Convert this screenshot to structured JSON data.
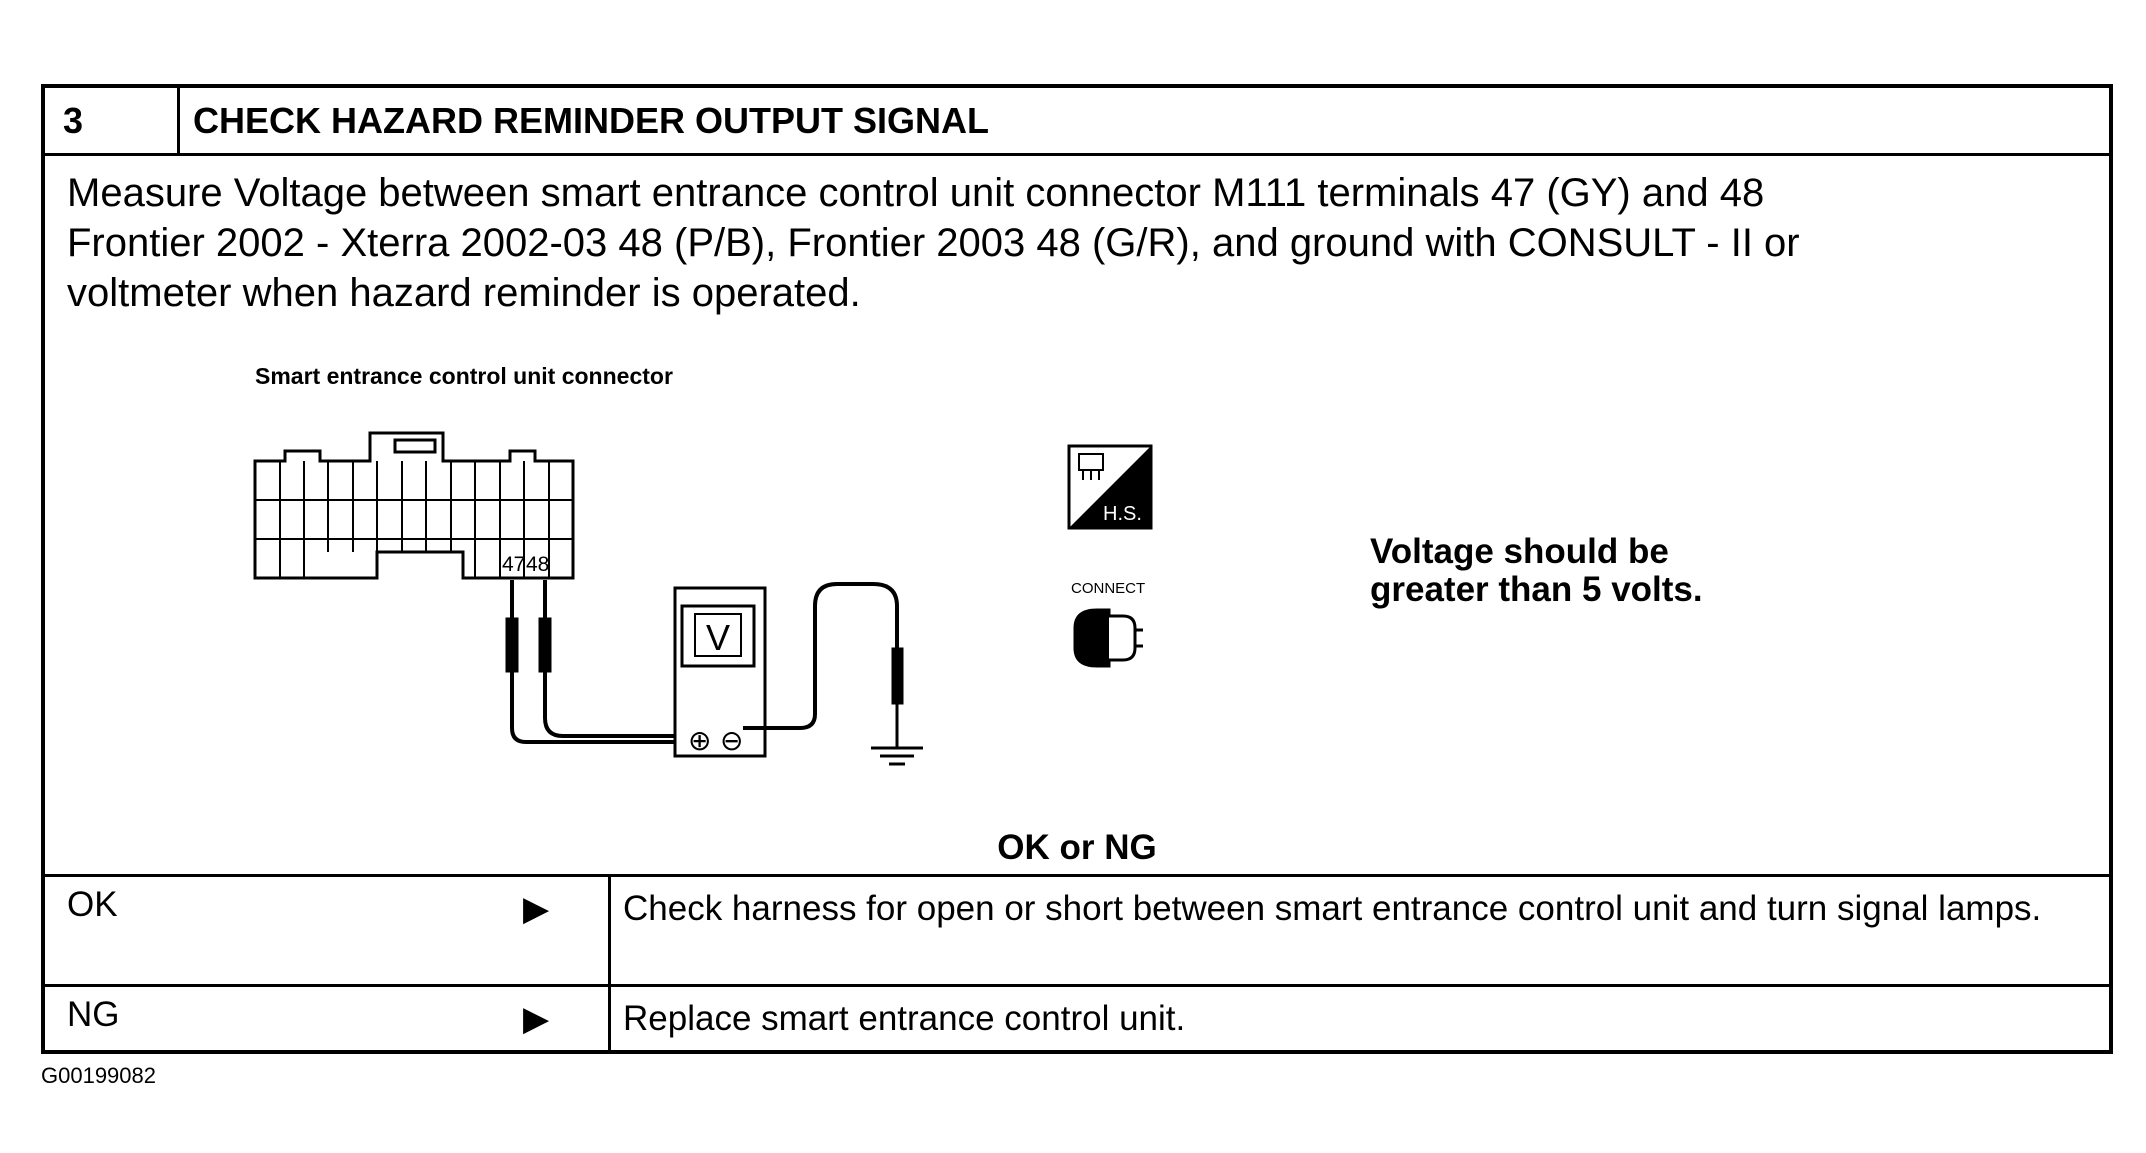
{
  "step": {
    "number": "3",
    "title": "CHECK HAZARD REMINDER OUTPUT SIGNAL"
  },
  "instruction": "Measure Voltage between smart entrance control unit connector M111 terminals 47 (GY) and 48\nFrontier 2002 - Xterra 2002-03 48 (P/B), Frontier 2003 48 (G/R), and ground with CONSULT - II or\nvoltmeter when hazard reminder is operated.",
  "diagram": {
    "connector_label": "Smart entrance control unit connector",
    "terminal_a": "47",
    "terminal_b": "48",
    "meter_symbol": "V",
    "meter_plus": "⊕",
    "meter_minus": "⊖",
    "hs_badge": "H.S.",
    "connect_label": "CONNECT",
    "voltage_note": "Voltage should be\ngreater than 5 volts."
  },
  "result_header": "OK or NG",
  "results": [
    {
      "key": "OK",
      "arrow": "▶",
      "action": "Check harness for open or short between smart entrance control unit and turn signal lamps."
    },
    {
      "key": "NG",
      "arrow": "▶",
      "action": "Replace smart entrance control unit."
    }
  ],
  "figure_id": "G00199082"
}
